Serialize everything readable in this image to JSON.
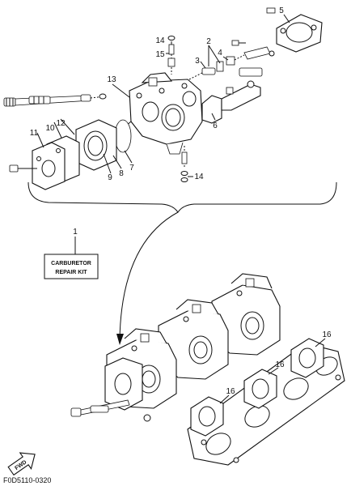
{
  "callouts": {
    "c1": "1",
    "c2": "2",
    "c3": "3",
    "c4": "4",
    "c5": "5",
    "c6": "6",
    "c7": "7",
    "c8": "8",
    "c9": "9",
    "c10": "10",
    "c11": "11",
    "c12": "12",
    "c13": "13",
    "c14a": "14",
    "c14b": "14",
    "c15": "15",
    "c16a": "16",
    "c16b": "16",
    "c16c": "16"
  },
  "kit_label": {
    "line1": "CARBURETOR",
    "line2": "REPAIR KIT"
  },
  "direction_arrow": {
    "label": "FWD"
  },
  "figure_code": "F0D5110-0320"
}
